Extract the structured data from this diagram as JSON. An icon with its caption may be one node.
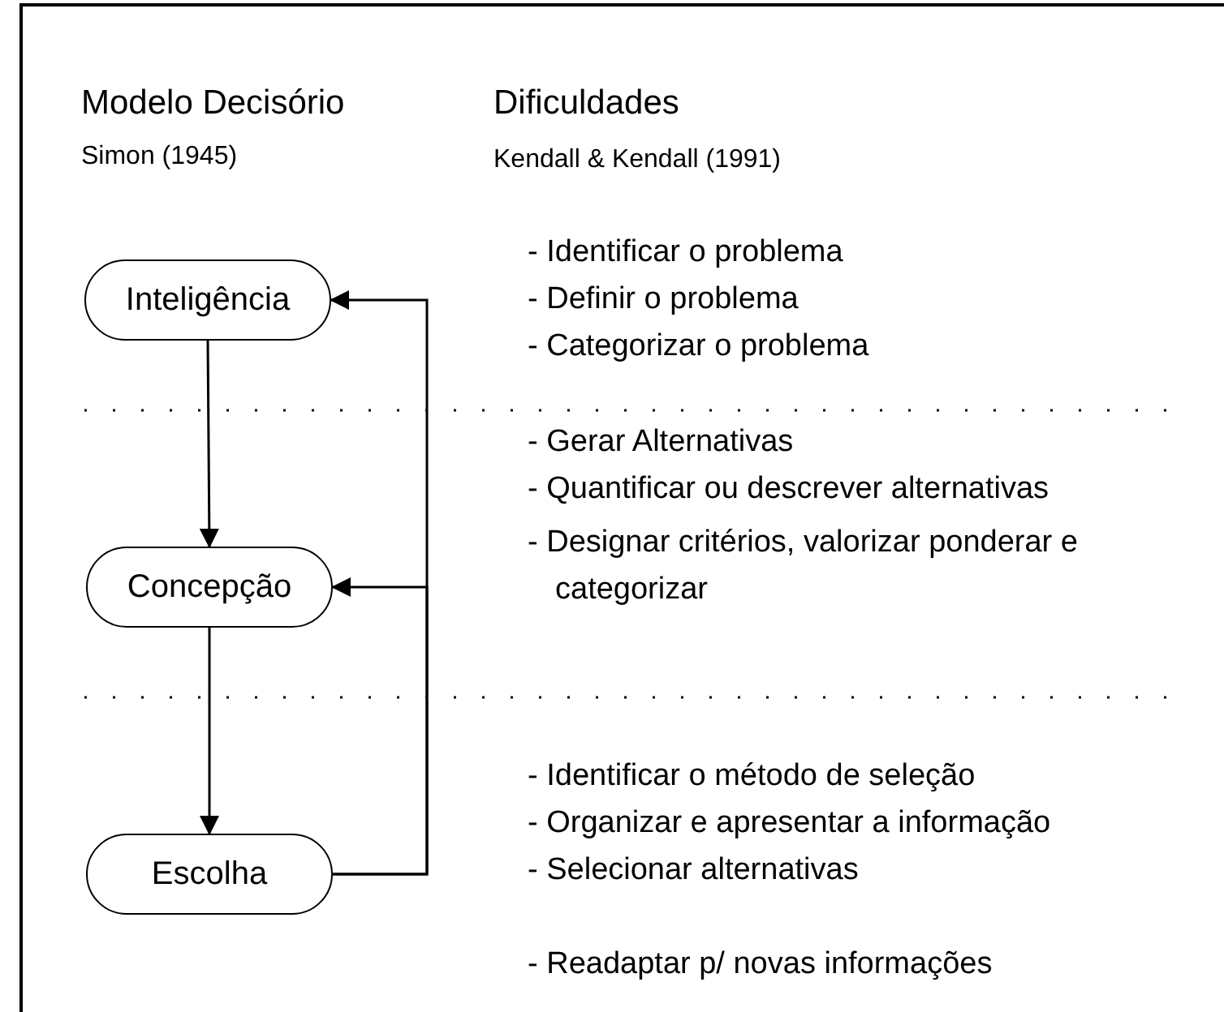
{
  "diagram": {
    "nodes": [
      {
        "text": [
          "Inteligência"
        ]
      },
      {
        "text": [
          "Concepção"
        ]
      },
      {
        "text": [
          "Escolha"
        ]
      }
    ],
    "edges": [
      {
        "from": 0,
        "to": 1,
        "arrow": "to"
      },
      {
        "from": 1,
        "to": 2,
        "arrow": "to"
      },
      {
        "from": 2,
        "to": 0,
        "arrow": "to"
      },
      {
        "from": 2,
        "to": 1,
        "arrow": "to"
      }
    ],
    "labels": [
      "Modelo Decisório",
      "Simon (1945)",
      "Dificuldades",
      "Kendall & Kendall (1991)",
      "- Identificar o problema",
      "- Definir o problema",
      "- Categorizar o problema",
      "- Gerar Alternativas",
      "- Quantificar ou descrever alternativas",
      "- Designar critérios, valorizar ponderar e categorizar",
      "- Identificar o método de seleção",
      "- Organizar e apresentar a informação",
      "- Selecionar alternativas",
      "- Readaptar p/ novas informações"
    ]
  }
}
